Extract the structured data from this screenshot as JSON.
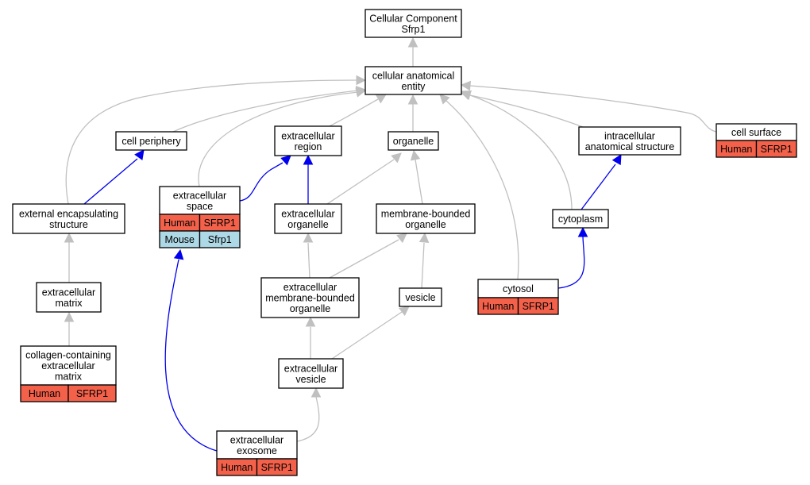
{
  "diagram": {
    "nodes": {
      "root": {
        "lines": [
          "Cellular Component",
          "Sfrp1"
        ],
        "annotations": []
      },
      "cae": {
        "lines": [
          "cellular anatomical",
          "entity"
        ],
        "annotations": []
      },
      "periphery": {
        "lines": [
          "cell periphery"
        ],
        "annotations": []
      },
      "ecregion": {
        "lines": [
          "extracellular",
          "region"
        ],
        "annotations": []
      },
      "organelle": {
        "lines": [
          "organelle"
        ],
        "annotations": []
      },
      "intra": {
        "lines": [
          "intracellular",
          "anatomical structure"
        ],
        "annotations": []
      },
      "surface": {
        "lines": [
          "cell surface"
        ],
        "annotations": [
          {
            "species": "Human",
            "gene": "SFRP1"
          }
        ]
      },
      "extenc": {
        "lines": [
          "external encapsulating",
          "structure"
        ],
        "annotations": []
      },
      "ecspace": {
        "lines": [
          "extracellular",
          "space"
        ],
        "annotations": [
          {
            "species": "Human",
            "gene": "SFRP1"
          },
          {
            "species": "Mouse",
            "gene": "Sfrp1"
          }
        ]
      },
      "ecorg": {
        "lines": [
          "extracellular",
          "organelle"
        ],
        "annotations": []
      },
      "mbo": {
        "lines": [
          "membrane-bounded",
          "organelle"
        ],
        "annotations": []
      },
      "cytoplasm": {
        "lines": [
          "cytoplasm"
        ],
        "annotations": []
      },
      "ecmatrix": {
        "lines": [
          "extracellular",
          "matrix"
        ],
        "annotations": []
      },
      "ecmbo": {
        "lines": [
          "extracellular",
          "membrane-bounded",
          "organelle"
        ],
        "annotations": []
      },
      "vesicle": {
        "lines": [
          "vesicle"
        ],
        "annotations": []
      },
      "cytosol": {
        "lines": [
          "cytosol"
        ],
        "annotations": [
          {
            "species": "Human",
            "gene": "SFRP1"
          }
        ]
      },
      "collagen": {
        "lines": [
          "collagen-containing",
          "extracellular",
          "matrix"
        ],
        "annotations": [
          {
            "species": "Human",
            "gene": "SFRP1"
          }
        ]
      },
      "ecves": {
        "lines": [
          "extracellular",
          "vesicle"
        ],
        "annotations": []
      },
      "exosome": {
        "lines": [
          "extracellular",
          "exosome"
        ],
        "annotations": [
          {
            "species": "Human",
            "gene": "SFRP1"
          }
        ]
      }
    },
    "edges": [
      {
        "from": "cae",
        "to": "root",
        "relation": "is_a"
      },
      {
        "from": "periphery",
        "to": "cae",
        "relation": "is_a"
      },
      {
        "from": "ecregion",
        "to": "cae",
        "relation": "is_a"
      },
      {
        "from": "organelle",
        "to": "cae",
        "relation": "is_a"
      },
      {
        "from": "intra",
        "to": "cae",
        "relation": "is_a"
      },
      {
        "from": "surface",
        "to": "cae",
        "relation": "is_a"
      },
      {
        "from": "extenc",
        "to": "cae",
        "relation": "is_a"
      },
      {
        "from": "ecspace",
        "to": "cae",
        "relation": "is_a"
      },
      {
        "from": "cytosol",
        "to": "cae",
        "relation": "is_a"
      },
      {
        "from": "cytoplasm",
        "to": "cae",
        "relation": "is_a"
      },
      {
        "from": "extenc",
        "to": "periphery",
        "relation": "part_of"
      },
      {
        "from": "ecspace",
        "to": "ecregion",
        "relation": "part_of"
      },
      {
        "from": "ecorg",
        "to": "ecregion",
        "relation": "part_of"
      },
      {
        "from": "ecorg",
        "to": "organelle",
        "relation": "is_a"
      },
      {
        "from": "mbo",
        "to": "organelle",
        "relation": "is_a"
      },
      {
        "from": "cytoplasm",
        "to": "intra",
        "relation": "part_of"
      },
      {
        "from": "ecmatrix",
        "to": "extenc",
        "relation": "is_a"
      },
      {
        "from": "ecmbo",
        "to": "ecorg",
        "relation": "is_a"
      },
      {
        "from": "ecmbo",
        "to": "mbo",
        "relation": "is_a"
      },
      {
        "from": "vesicle",
        "to": "mbo",
        "relation": "is_a"
      },
      {
        "from": "cytosol",
        "to": "cytoplasm",
        "relation": "part_of"
      },
      {
        "from": "collagen",
        "to": "ecmatrix",
        "relation": "is_a"
      },
      {
        "from": "ecves",
        "to": "ecmbo",
        "relation": "is_a"
      },
      {
        "from": "ecves",
        "to": "vesicle",
        "relation": "is_a"
      },
      {
        "from": "exosome",
        "to": "ecves",
        "relation": "is_a"
      },
      {
        "from": "exosome",
        "to": "ecspace",
        "relation": "part_of"
      }
    ],
    "colors": {
      "is_a": "#c0c0c0",
      "part_of": "#0000ee",
      "human": "#f4614a",
      "mouse": "#add8e6"
    }
  }
}
